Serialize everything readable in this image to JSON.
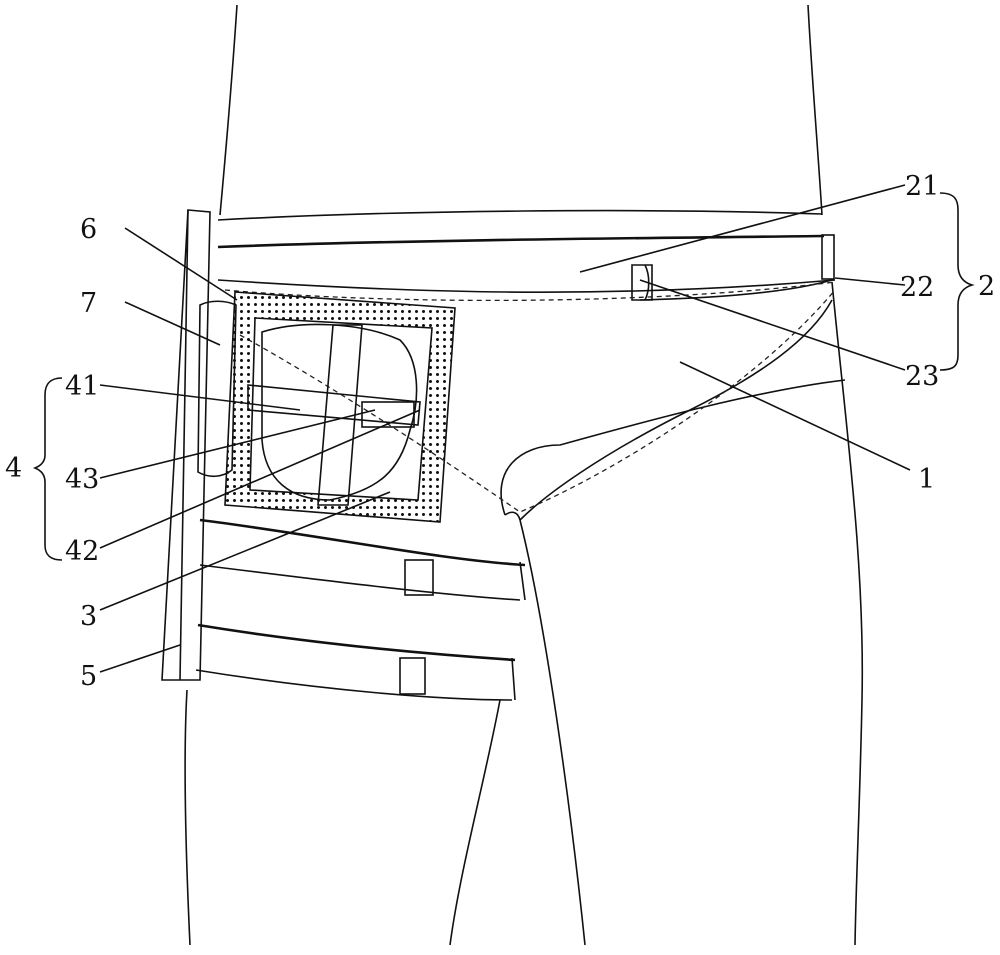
{
  "figure": {
    "labels": {
      "l1": "1",
      "l2": "2",
      "l21": "21",
      "l22": "22",
      "l23": "23",
      "l3": "3",
      "l4": "4",
      "l41": "41",
      "l42": "42",
      "l43": "43",
      "l5": "5",
      "l6": "6",
      "l7": "7"
    },
    "colors": {
      "line": "#111111",
      "background": "#ffffff"
    }
  }
}
